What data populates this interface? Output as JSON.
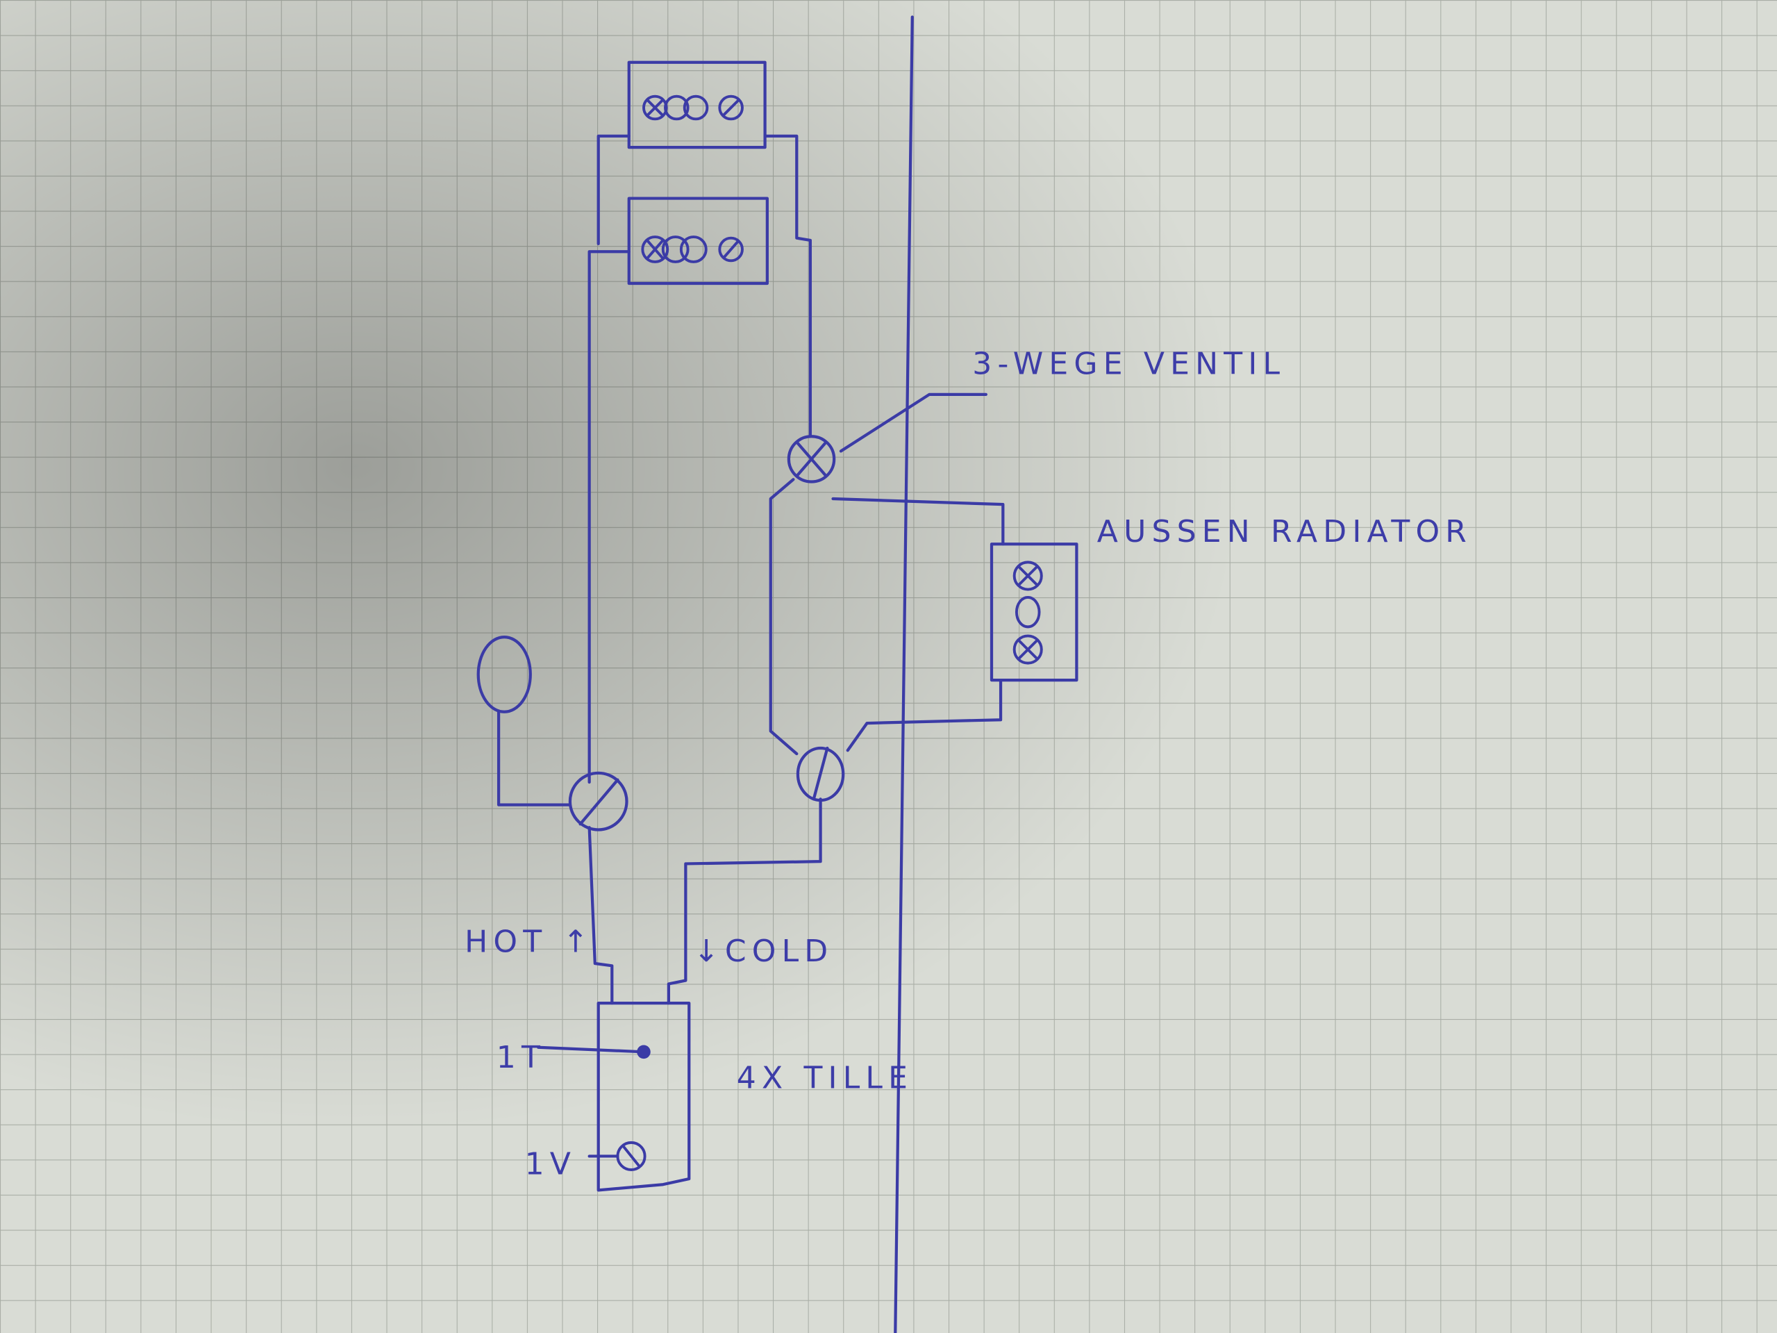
{
  "colors": {
    "paper": "#d6d9d3",
    "grid": "#a9aea6",
    "ink": "#3b3ba6"
  },
  "labels": {
    "valve": "3-WEGE VENTIL",
    "radiator": "AUSSEN RADIATOR",
    "hot": "HOT ↑",
    "cold": "↓COLD",
    "tank": "4X TILLE",
    "sensor_t": "1T",
    "sensor_v": "1V"
  }
}
